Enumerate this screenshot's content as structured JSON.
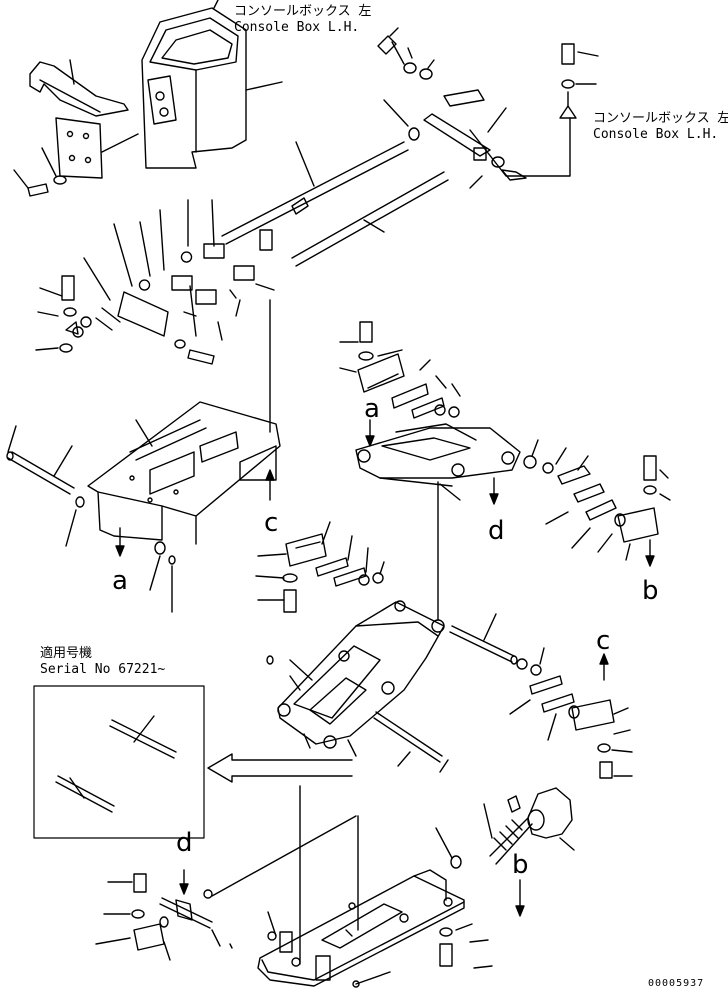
{
  "labels": {
    "console_left_jp": "コンソールボックス 左",
    "console_left_en": "Console Box L.H.",
    "console_right_jp": "コンソールボックス 左",
    "console_right_en": "Console Box L.H.",
    "serial_jp": "適用号機",
    "serial_en": "Serial No 67221~"
  },
  "markers": {
    "a_top": "a",
    "a_bottom": "a",
    "b_right": "b",
    "b_bottom": "b",
    "c_mid": "c",
    "c_right": "c",
    "d_mid": "d",
    "d_bottom": "d"
  },
  "footer": {
    "code": "00005937"
  }
}
